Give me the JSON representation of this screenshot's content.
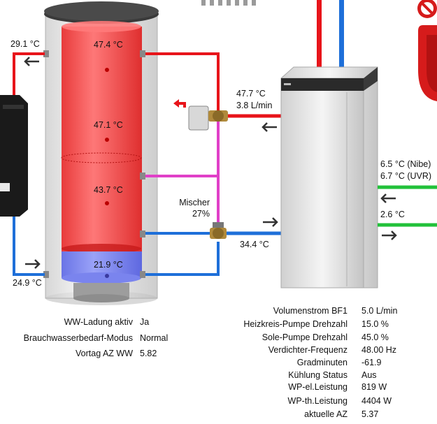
{
  "tank": {
    "top_temp": "47.4 °C",
    "mid_temp": "47.1 °C",
    "low_temp": "43.7 °C",
    "bottom_temp": "21.9 °C"
  },
  "pipes": {
    "hot_out_left": "29.1 °C",
    "return_left": "24.9 °C",
    "supply_temp": "47.7 °C",
    "supply_flow": "3.8 L/min",
    "return_temp": "34.4 °C"
  },
  "mixer": {
    "label": "Mischer",
    "value": "27%"
  },
  "brine": {
    "in_nibe": "6.5 °C (Nibe)",
    "in_uvr": "6.7 °C (UVR)",
    "out": "2.6 °C"
  },
  "left_info": [
    {
      "label": "WW-Ladung aktiv",
      "value": "Ja"
    },
    {
      "label": "Brauchwasserbedarf-Modus",
      "value": "Normal"
    },
    {
      "label": "Vortag AZ WW",
      "value": "5.82"
    }
  ],
  "right_info": [
    {
      "label": "Volumenstrom BF1",
      "value": "5.0 L/min"
    },
    {
      "label": "Heizkreis-Pumpe Drehzahl",
      "value": "15.0 %"
    },
    {
      "label": "Sole-Pumpe Drehzahl",
      "value": "45.0 %"
    },
    {
      "label": "Verdichter-Frequenz",
      "value": "48.00 Hz"
    },
    {
      "label": "Gradminuten",
      "value": "-61.9"
    },
    {
      "label": "Kühlung Status",
      "value": "Aus"
    },
    {
      "label": "WP-el.Leistung",
      "value": "819 W"
    },
    {
      "label": "WP-th.Leistung",
      "value": "4404 W"
    },
    {
      "label": "aktuelle AZ",
      "value": "5.37"
    }
  ],
  "colors": {
    "hot": "#e8141a",
    "cold": "#1e6fd9",
    "mix": "#e040c8",
    "brine": "#22c13a",
    "tank_red": "#ff3a3a",
    "tank_blue": "#7d86f0"
  }
}
